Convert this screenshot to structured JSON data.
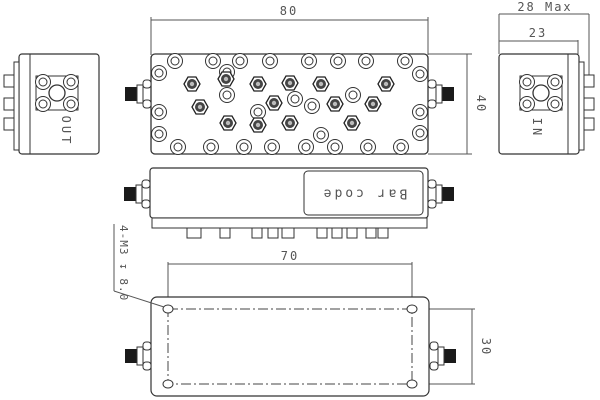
{
  "dimensions": {
    "length": "80",
    "height": "40",
    "max_depth": "28 Max",
    "depth": "23",
    "hole_spacing_x": "70",
    "hole_spacing_y": "30"
  },
  "labels": {
    "out_port": "OUT",
    "in_port": "IN",
    "barcode": "Bar code",
    "mounting_callout": "4-M3 ↧ 8.0"
  },
  "colors": {
    "line": "#333333",
    "dim_line": "#555555",
    "connector_fill": "#1a1a1a"
  }
}
